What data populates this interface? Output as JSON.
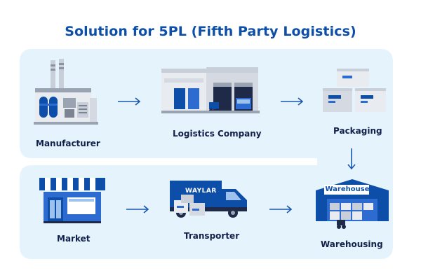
{
  "title": "Solution for 5PL (Fifth Party Logistics)",
  "nodes": {
    "manufacturer": {
      "label": "Manufacturer"
    },
    "logistics_company": {
      "label": "Logistics Company"
    },
    "packaging": {
      "label": "Packaging"
    },
    "warehousing": {
      "label": "Warehousing",
      "sign": "Warehouse"
    },
    "transporter": {
      "label": "Transporter",
      "truck_brand": "WAYLAR"
    },
    "market": {
      "label": "Market"
    }
  },
  "colors": {
    "panel": "#e4f3fc",
    "title": "#0d4fa8",
    "arrow": "#1a56b0",
    "dark_blue": "#0d4fa8",
    "mid_blue": "#2d6bd0",
    "grey_wall": "#c9cfd8",
    "light_grey": "#e8ebf0"
  }
}
